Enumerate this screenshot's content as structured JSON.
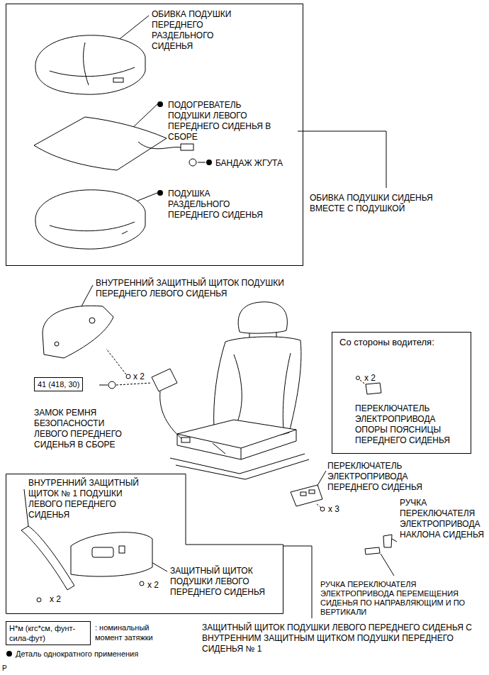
{
  "diagram": {
    "nodes": [
      {
        "text": [
          "ОБИВКА ПОДУШКИ ПЕРЕДНЕГО РАЗДЕЛЬНОГО СИДЕНЬЯ",
          "ПОДОГРЕВАТЕЛЬ ПОДУШКИ ЛЕВОГО ПЕРЕДНЕГО СИДЕНЬЯ В СБОРЕ",
          "БАНДАЖ ЖГУТА",
          "ПОДУШКА РАЗДЕЛЬНОГО ПЕРЕДНЕГО СИДЕНЬЯ"
        ]
      },
      {
        "text": [
          "Со стороны водителя:",
          "x 2",
          "ПЕРЕКЛЮЧАТЕЛЬ ЭЛЕКТРОПРИВОДА ОПОРЫ ПОЯСНИЦЫ ПЕРЕДНЕГО СИДЕНЬЯ"
        ]
      },
      {
        "text": [
          "41 (418, 30)"
        ]
      },
      {
        "text": [
          "ВНУТРЕННИЙ ЗАЩИТНЫЙ ЩИТОК № 1 ПОДУШКИ ЛЕВОГО ПЕРЕДНЕГО СИДЕНЬЯ",
          "ЗАЩИТНЫЙ ЩИТОК ПОДУШКИ ЛЕВОГО ПЕРЕДНЕГО СИДЕНЬЯ",
          "x 2",
          "x 2"
        ]
      },
      {
        "text": [
          "Н*м (кгс*см, фунт-сила-фут)"
        ]
      }
    ],
    "labels": [
      "ОБИВКА ПОДУШКИ СИДЕНЬЯ ВМЕСТЕ С ПОДУШКОЙ",
      "ВНУТРЕННИЙ ЗАЩИТНЫЙ ЩИТОК ПОДУШКИ ПЕРЕДНЕГО ЛЕВОГО СИДЕНЬЯ",
      "x 2",
      "ЗАМОК РЕМНЯ БЕЗОПАСНОСТИ ЛЕВОГО ПЕРЕДНЕГО СИДЕНЬЯ В СБОРЕ",
      "ПЕРЕКЛЮЧАТЕЛЬ ЭЛЕКТРОПРИВОДА ПЕРЕДНЕГО СИДЕНЬЯ",
      "x 3",
      "РУЧКА ПЕРЕКЛЮЧАТЕЛЯ ЭЛЕКТРОПРИВОДА НАКЛОНА СИДЕНЬЯ",
      "РУЧКА ПЕРЕКЛЮЧАТЕЛЯ ЭЛЕКТРОПРИВОДА ПЕРЕМЕЩЕНИЯ СИДЕНЬЯ ПО НАПРАВЛЯЮЩИМ И ПО ВЕРТИКАЛИ",
      "ЗАЩИТНЫЙ ЩИТОК ПОДУШКИ ЛЕВОГО ПЕРЕДНЕГО СИДЕНЬЯ С ВНУТРЕННИМ ЗАЩИТНЫМ ЩИТКОМ ПОДУШКИ ПЕРЕДНЕГО СИДЕНЬЯ № 1",
      "P"
    ],
    "legend": [
      {
        "text": ": номинальный момент затяжки"
      },
      {
        "text": "Деталь однократного применения"
      }
    ]
  }
}
